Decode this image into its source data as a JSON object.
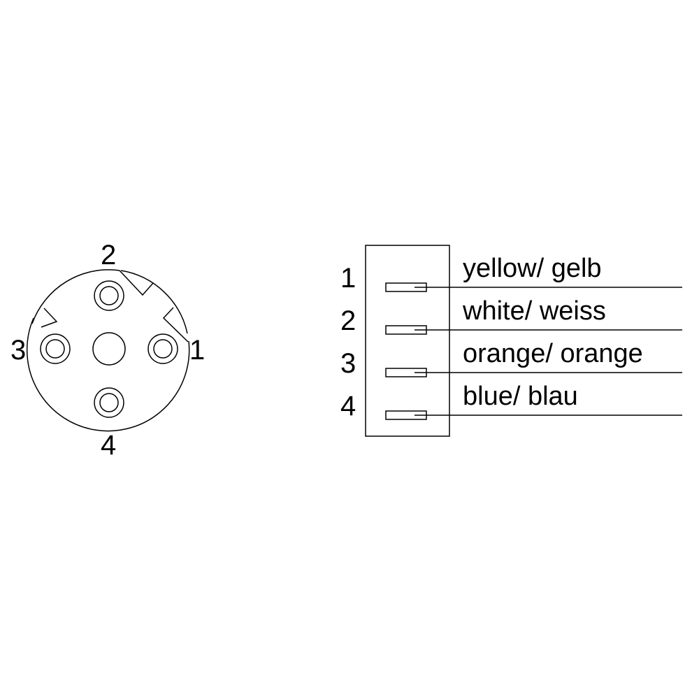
{
  "connector_face": {
    "pin_labels": [
      "1",
      "2",
      "3",
      "4"
    ]
  },
  "wiring": {
    "rows": [
      {
        "pin": "1",
        "color": "yellow/ gelb"
      },
      {
        "pin": "2",
        "color": "white/ weiss"
      },
      {
        "pin": "3",
        "color": "orange/ orange"
      },
      {
        "pin": "4",
        "color": "blue/ blau"
      }
    ]
  }
}
